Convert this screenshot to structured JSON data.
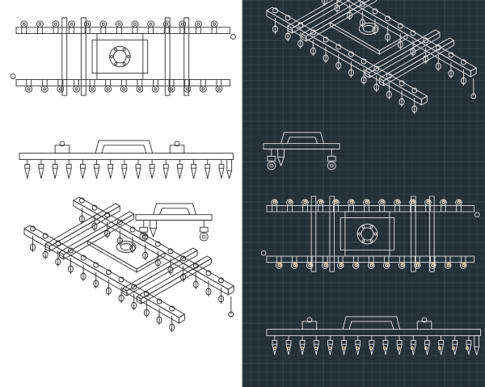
{
  "sheets": [
    {
      "name": "light",
      "colors": {
        "background": "#ffffff",
        "line": "#2a2a2a"
      }
    },
    {
      "name": "dark",
      "colors": {
        "background": "#253037",
        "line": "#e8e8e8",
        "grid": "#36454e",
        "grid_major": "#3f5059",
        "accent": "#f2e2b0"
      }
    }
  ],
  "views": [
    "top",
    "front",
    "side",
    "isometric"
  ]
}
